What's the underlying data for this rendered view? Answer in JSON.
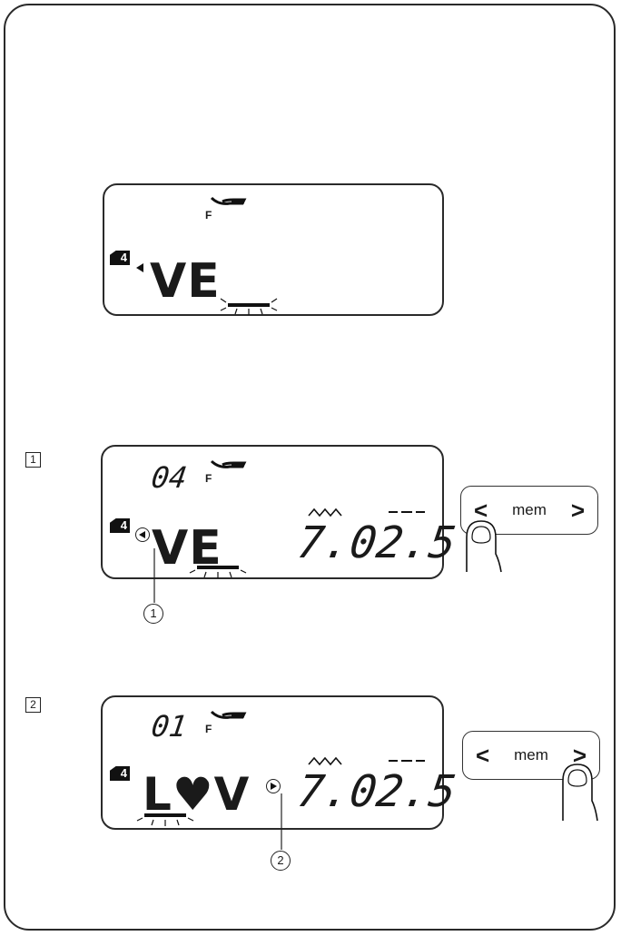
{
  "panels": {
    "top": {
      "foot_label": "F",
      "mode_number": "4",
      "pattern_text": "VE"
    },
    "step1": {
      "step_number": "1",
      "pattern_number": "04",
      "foot_label": "F",
      "mode_number": "4",
      "pattern_text": "VE",
      "width_value": "7.0",
      "length_value": "2.5",
      "callout": "1",
      "button": {
        "left": "<",
        "label": "mem",
        "right": ">",
        "pressed": "left"
      }
    },
    "step2": {
      "step_number": "2",
      "pattern_number": "01",
      "foot_label": "F",
      "mode_number": "4",
      "pattern_text": "L♥V",
      "width_value": "7.0",
      "length_value": "2.5",
      "callout": "2",
      "button": {
        "left": "<",
        "label": "mem",
        "right": ">",
        "pressed": "right"
      }
    }
  }
}
